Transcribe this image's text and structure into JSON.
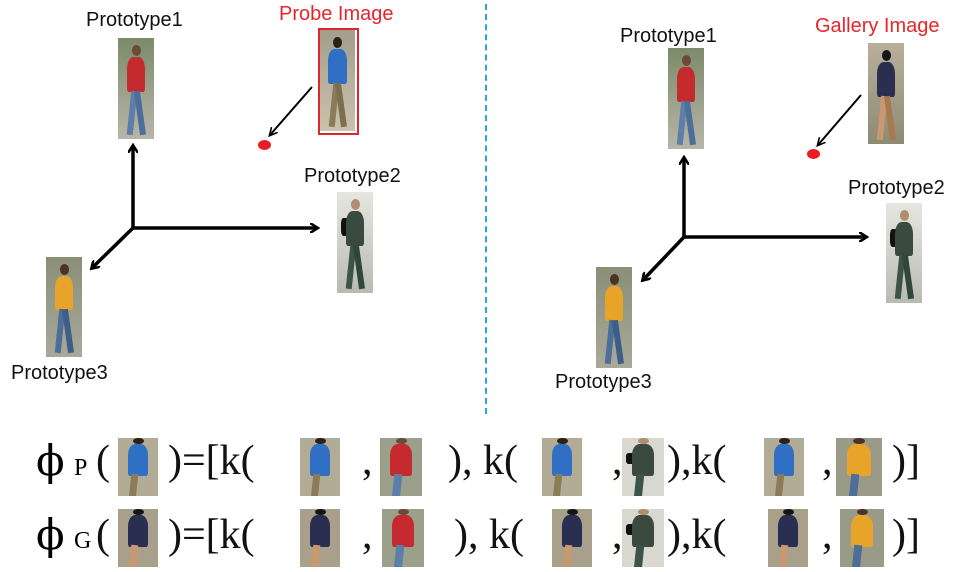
{
  "left_panel": {
    "prototype1_label": "Prototype1",
    "prototype2_label": "Prototype2",
    "prototype3_label": "Prototype3",
    "query_label": "Probe Image"
  },
  "right_panel": {
    "prototype1_label": "Prototype1",
    "prototype2_label": "Prototype2",
    "prototype3_label": "Prototype3",
    "query_label": "Gallery Image"
  },
  "formulas": {
    "probe": {
      "phi": "ϕ",
      "subscript": "P",
      "open": "(",
      "eq": ")=[k(",
      "sep1": ",",
      "mid1": "), k(",
      "sep2": ",",
      "mid2": "),k(",
      "sep3": ",",
      "close": ")]"
    },
    "gallery": {
      "phi": "ϕ",
      "subscript": "G",
      "open": "(",
      "eq": ")=[k(",
      "sep1": ",",
      "mid1": "), k(",
      "sep2": ",",
      "mid2": "),k(",
      "sep3": ",",
      "close": ")]"
    }
  },
  "colors": {
    "label_red": "#e8262a",
    "divider": "#2aa7d8",
    "dot": "#e81e24",
    "probe_person": "#2f6fc4",
    "prototype1_person": "#c42a2e",
    "prototype2_person": "#3a4a3f",
    "prototype3_person": "#e8a428",
    "gallery_person": "#2a2f52"
  }
}
